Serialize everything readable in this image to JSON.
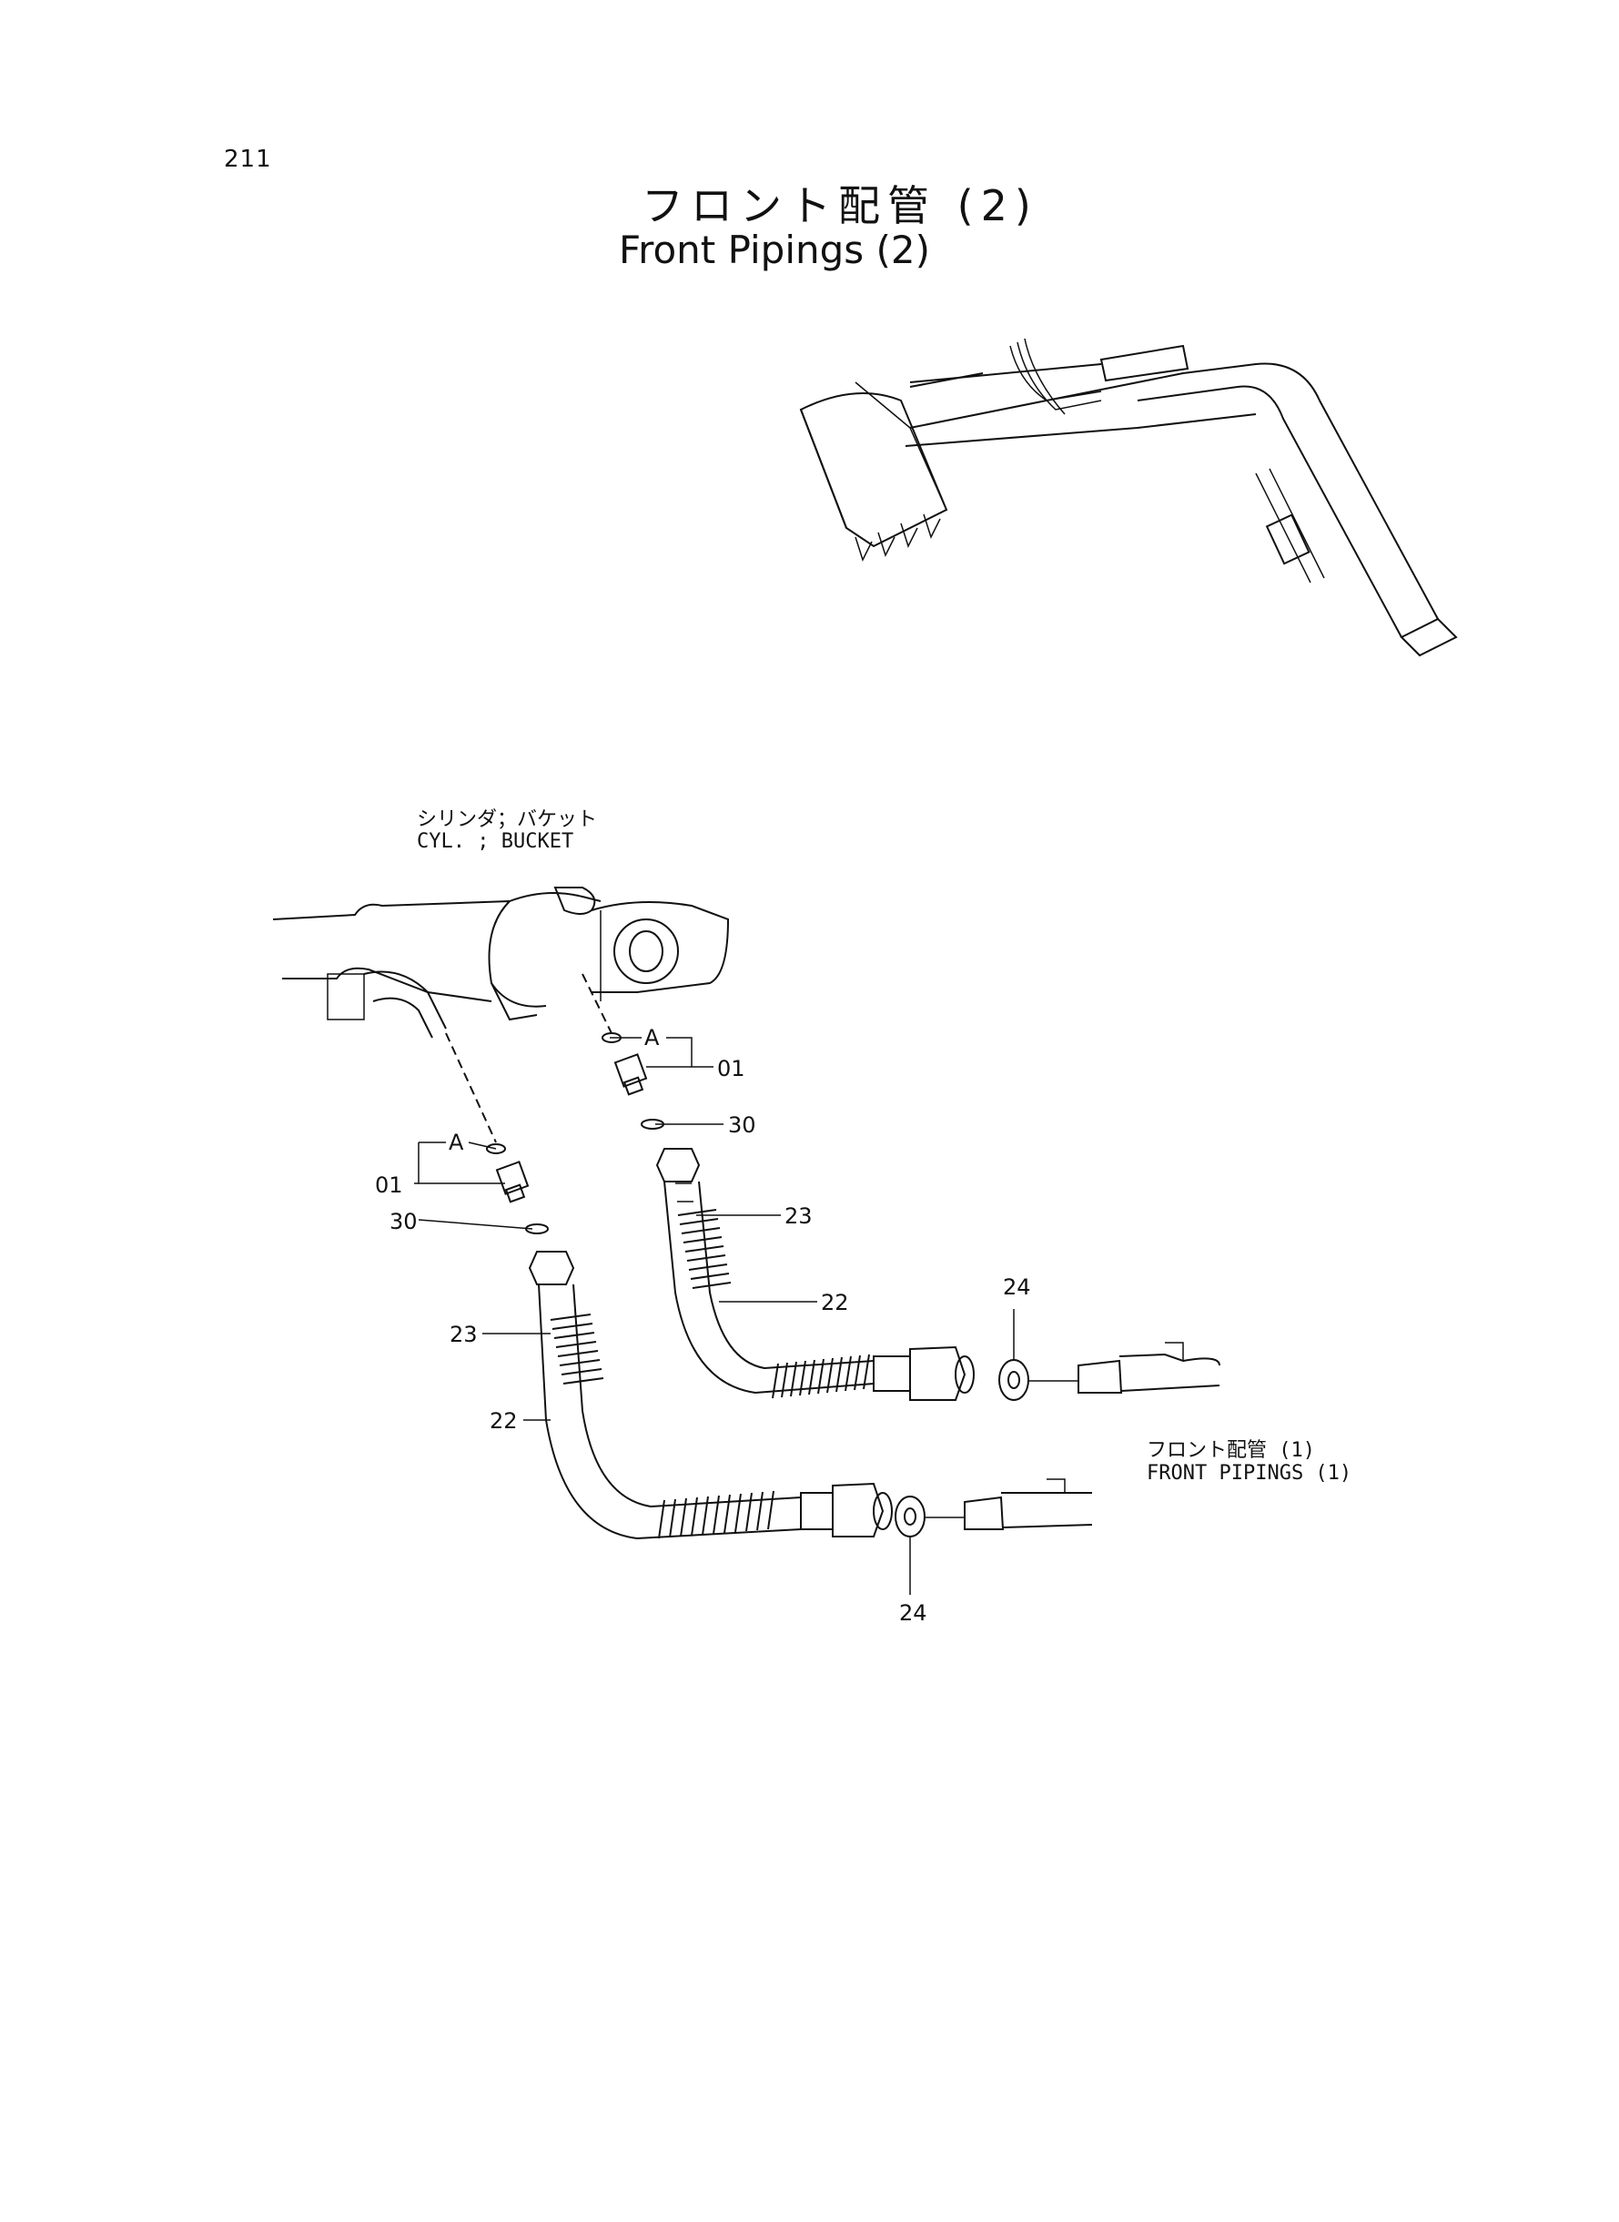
{
  "page_number": "211",
  "title_jp": "フロント配管 (2)",
  "title_en": "Front Pipings (2)",
  "labels": {
    "cylinder_jp": "シリンダ；バケット",
    "cylinder_en": "CYL. ; BUCKET",
    "front_pipings_jp": "フロント配管 (1)",
    "front_pipings_en": "FRONT PIPINGS (1)"
  },
  "callouts": {
    "a_upper": "A",
    "a_lower": "A",
    "p01_upper": "01",
    "p01_lower": "01",
    "p30_upper": "30",
    "p30_lower": "30",
    "p23_upper": "23",
    "p23_lower": "23",
    "p22_upper": "22",
    "p22_lower": "22",
    "p24_upper": "24",
    "p24_lower": "24"
  }
}
